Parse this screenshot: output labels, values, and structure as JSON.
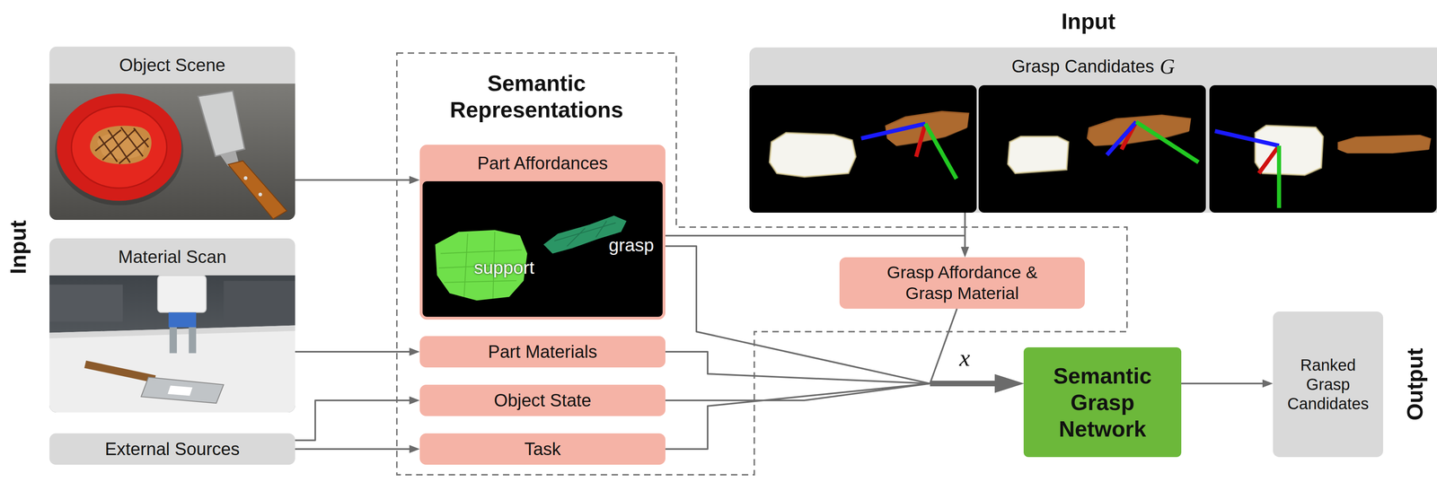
{
  "diagram": {
    "nodes": [
      {
        "text": [
          "Object Scene"
        ]
      },
      {
        "text": [
          "Material Scan"
        ]
      },
      {
        "text": [
          "External Sources"
        ]
      },
      {
        "text": [
          "Semantic Representations"
        ]
      },
      {
        "text": [
          "Part Affordances"
        ],
        "in": 3
      },
      {
        "text": [
          "Part Materials"
        ],
        "in": 3
      },
      {
        "text": [
          "Object State"
        ],
        "in": 3
      },
      {
        "text": [
          "Task"
        ],
        "in": 3
      },
      {
        "text": [
          "Grasp Candidates",
          "G"
        ]
      },
      {
        "text": [
          "Grasp Affordance & Grasp Material"
        ]
      },
      {
        "text": [
          "Semantic Grasp Network"
        ]
      },
      {
        "text": [
          "Ranked Grasp Candidates"
        ]
      }
    ],
    "edges": [
      {
        "from": 0,
        "to": 4,
        "arrow": "to"
      },
      {
        "from": 1,
        "to": 5,
        "arrow": "to"
      },
      {
        "from": 2,
        "to": 6,
        "arrow": "to"
      },
      {
        "from": 2,
        "to": 7,
        "arrow": "to"
      },
      {
        "from": 8,
        "to": 9,
        "arrow": "to"
      },
      {
        "from": 4,
        "to": 9,
        "arrow": "to"
      },
      {
        "from": 4,
        "to": 10,
        "arrow": "to"
      },
      {
        "from": 5,
        "to": 10,
        "arrow": "to"
      },
      {
        "from": 6,
        "to": 10,
        "arrow": "to"
      },
      {
        "from": 7,
        "to": 10,
        "arrow": "to"
      },
      {
        "from": 9,
        "to": 10,
        "arrow": "to"
      },
      {
        "from": 10,
        "to": 11,
        "arrow": "to"
      }
    ],
    "labels": [
      "Input",
      "Input",
      "support",
      "grasp",
      "x",
      "Output"
    ]
  }
}
